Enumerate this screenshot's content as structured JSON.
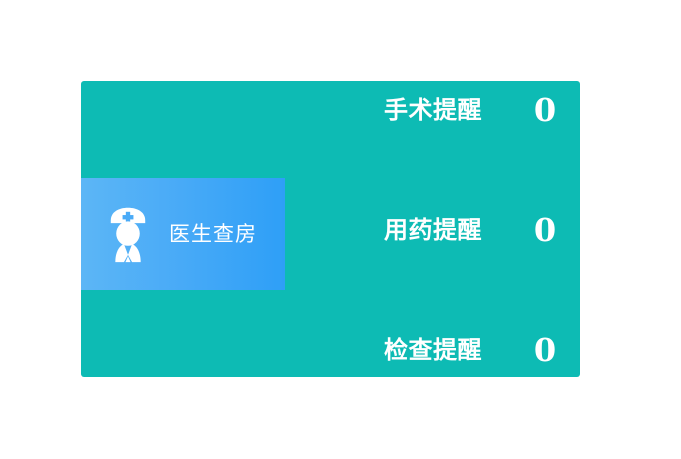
{
  "theme": {
    "page_background": "#ffffff",
    "panel_color": "#0dbbb4",
    "card_gradient_start": "#5cb6f6",
    "card_gradient_end": "#2e9ff7",
    "text_color": "#ffffff"
  },
  "panel": {
    "quick_action": {
      "label": "医生查房",
      "icon": "nurse-doctor-icon"
    },
    "reminders": [
      {
        "label": "手术提醒",
        "count": "0"
      },
      {
        "label": "用药提醒",
        "count": "0"
      },
      {
        "label": "检查提醒",
        "count": "0"
      }
    ]
  }
}
